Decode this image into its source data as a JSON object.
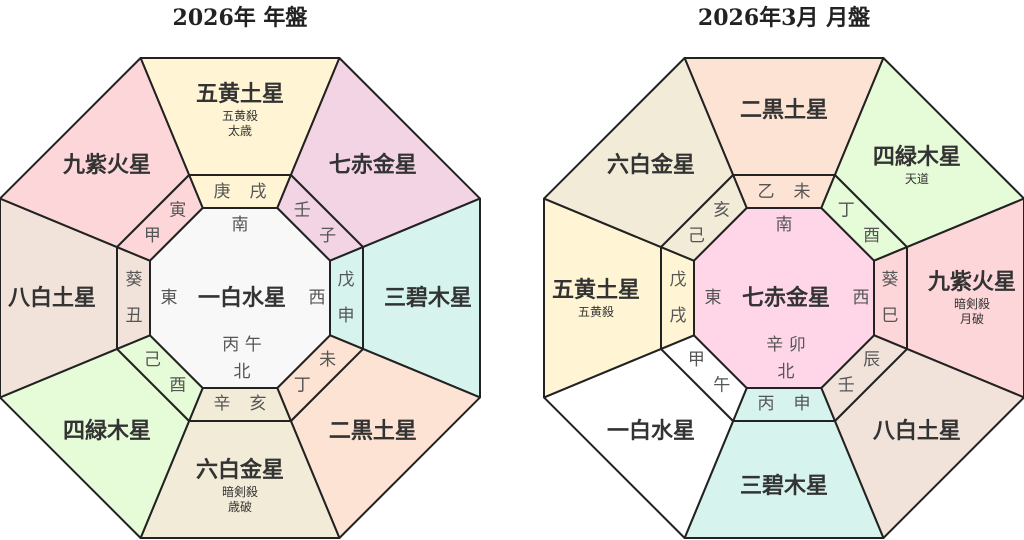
{
  "charts": [
    {
      "title": "2026年 年盤",
      "center": {
        "label": "一白水星",
        "color": "#f8f8f8",
        "south": "南",
        "east": "東",
        "west": "西",
        "north_stems": "丙 午",
        "north": "北"
      },
      "sectors": [
        {
          "label": "五黄土星",
          "sub": [
            "五黄殺",
            "太歳"
          ],
          "ring": [
            "庚",
            "戌"
          ],
          "color": "#fff5d4"
        },
        {
          "label": "七赤金星",
          "sub": [],
          "ring": [
            "壬",
            "子"
          ],
          "color": "#f2d4e4"
        },
        {
          "label": "三碧木星",
          "sub": [],
          "ring": [
            "戊",
            "申"
          ],
          "color": "#d6f3ee"
        },
        {
          "label": "二黒土星",
          "sub": [],
          "ring": [
            "未",
            "丁"
          ],
          "color": "#fde3d3"
        },
        {
          "label": "六白金星",
          "sub": [
            "暗剣殺",
            "歳破"
          ],
          "ring": [
            "辛",
            "亥"
          ],
          "color": "#f1ebd7"
        },
        {
          "label": "四緑木星",
          "sub": [],
          "ring": [
            "己",
            "酉"
          ],
          "color": "#e6fbd7"
        },
        {
          "label": "八白土星",
          "sub": [],
          "ring": [
            "葵",
            "丑"
          ],
          "color": "#f1e3da"
        },
        {
          "label": "九紫火星",
          "sub": [],
          "ring": [
            "寅",
            "甲"
          ],
          "color": "#fdd6da"
        }
      ]
    },
    {
      "title": "2026年3月 月盤",
      "center": {
        "label": "七赤金星",
        "color": "#ffd6e8",
        "south": "南",
        "east": "東",
        "west": "西",
        "north_stems": "辛 卯",
        "north": "北"
      },
      "sectors": [
        {
          "label": "二黒土星",
          "sub": [],
          "ring": [
            "乙",
            "未"
          ],
          "color": "#fde3d3"
        },
        {
          "label": "四緑木星",
          "sub": [
            "天道"
          ],
          "ring": [
            "丁",
            "酉"
          ],
          "color": "#e6fbd7"
        },
        {
          "label": "九紫火星",
          "sub": [
            "暗剣殺",
            "月破"
          ],
          "ring": [
            "葵",
            "巳"
          ],
          "color": "#fdd6da"
        },
        {
          "label": "八白土星",
          "sub": [],
          "ring": [
            "辰",
            "壬"
          ],
          "color": "#f1e3da"
        },
        {
          "label": "三碧木星",
          "sub": [],
          "ring": [
            "丙",
            "申"
          ],
          "color": "#d6f3ee"
        },
        {
          "label": "一白水星",
          "sub": [],
          "ring": [
            "甲",
            "午"
          ],
          "color": "#ffffff"
        },
        {
          "label": "五黄土星",
          "sub": [
            "五黄殺"
          ],
          "ring": [
            "戊",
            "戌"
          ],
          "color": "#fff5d4"
        },
        {
          "label": "六白金星",
          "sub": [],
          "ring": [
            "亥",
            "己"
          ],
          "color": "#f1ebd7"
        }
      ]
    }
  ]
}
